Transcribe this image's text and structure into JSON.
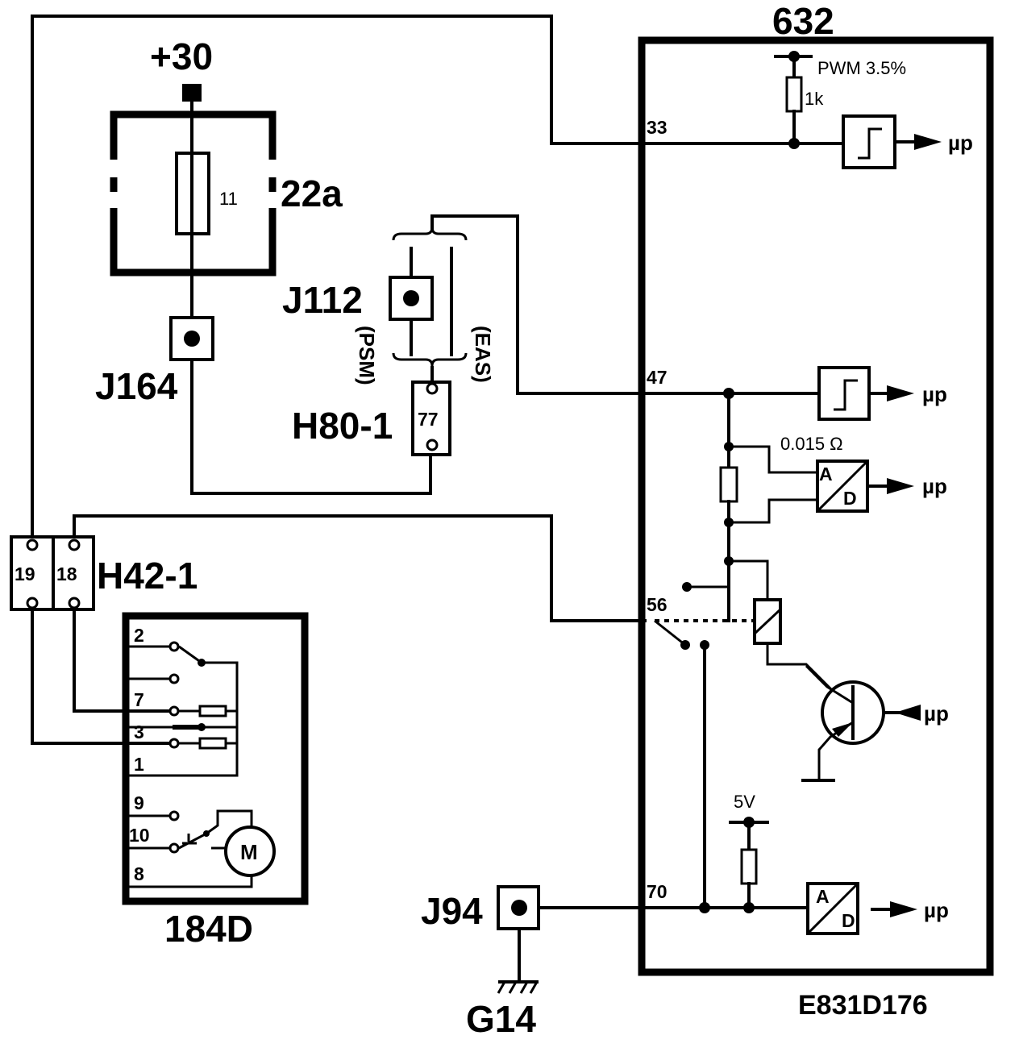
{
  "supply": {
    "label": "+30"
  },
  "fusebox": {
    "id": "22a",
    "fuse": "11"
  },
  "connectors": {
    "j164": "J164",
    "j112": "J112",
    "h80_1": {
      "id": "H80-1",
      "pin": "77"
    },
    "h42_1": {
      "id": "H42-1",
      "pin_a": "19",
      "pin_b": "18"
    },
    "j94": "J94"
  },
  "variants": {
    "psm": "(PSM)",
    "eas": "(EAS)"
  },
  "ground": {
    "id": "G14"
  },
  "switch_unit": {
    "id": "184D",
    "pins": [
      "2",
      "7",
      "3",
      "1",
      "9",
      "10",
      "8"
    ],
    "motor": "M"
  },
  "control_module": {
    "id": "632",
    "pins": {
      "p33": "33",
      "p47": "47",
      "p56": "56",
      "p70": "70"
    },
    "resistor_1": "1k",
    "pwm": "PWM 3.5%",
    "shunt": "0.015 Ω",
    "ref_voltage": "5V",
    "ad_a": "A",
    "ad_d": "D",
    "micro": "µp"
  },
  "figure_ref": "E831D176"
}
